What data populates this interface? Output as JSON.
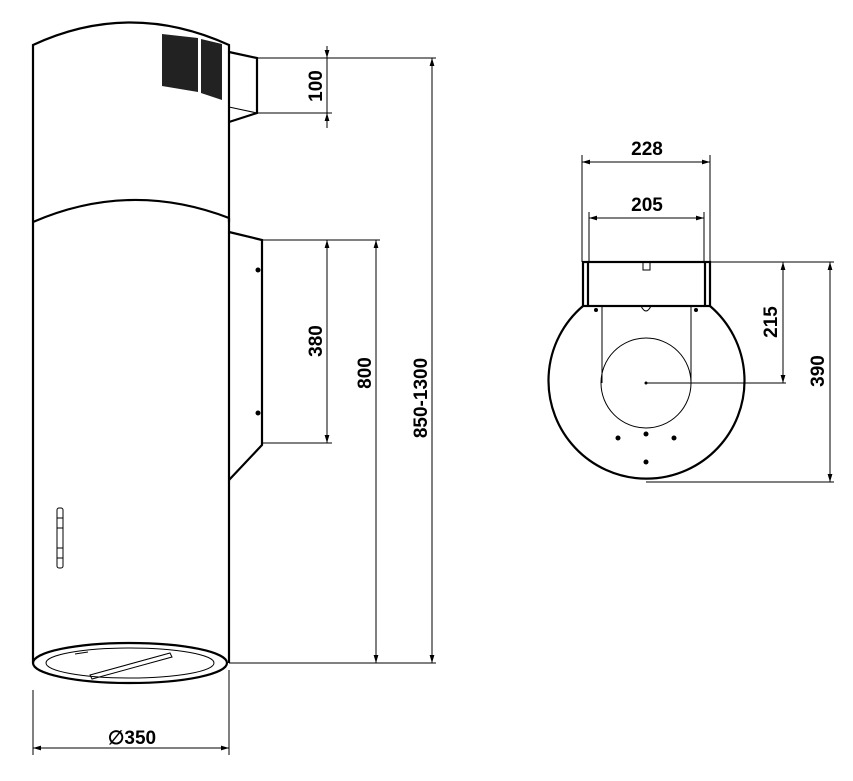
{
  "side_view": {
    "dims": {
      "duct_height": "100",
      "bracket_height": "380",
      "lower_body_height": "800",
      "total_height": "850-1300",
      "diameter": "∅350"
    }
  },
  "top_view": {
    "dims": {
      "collar_outer_width": "228",
      "collar_inner_width": "205",
      "center_offset": "215",
      "depth": "390"
    }
  }
}
